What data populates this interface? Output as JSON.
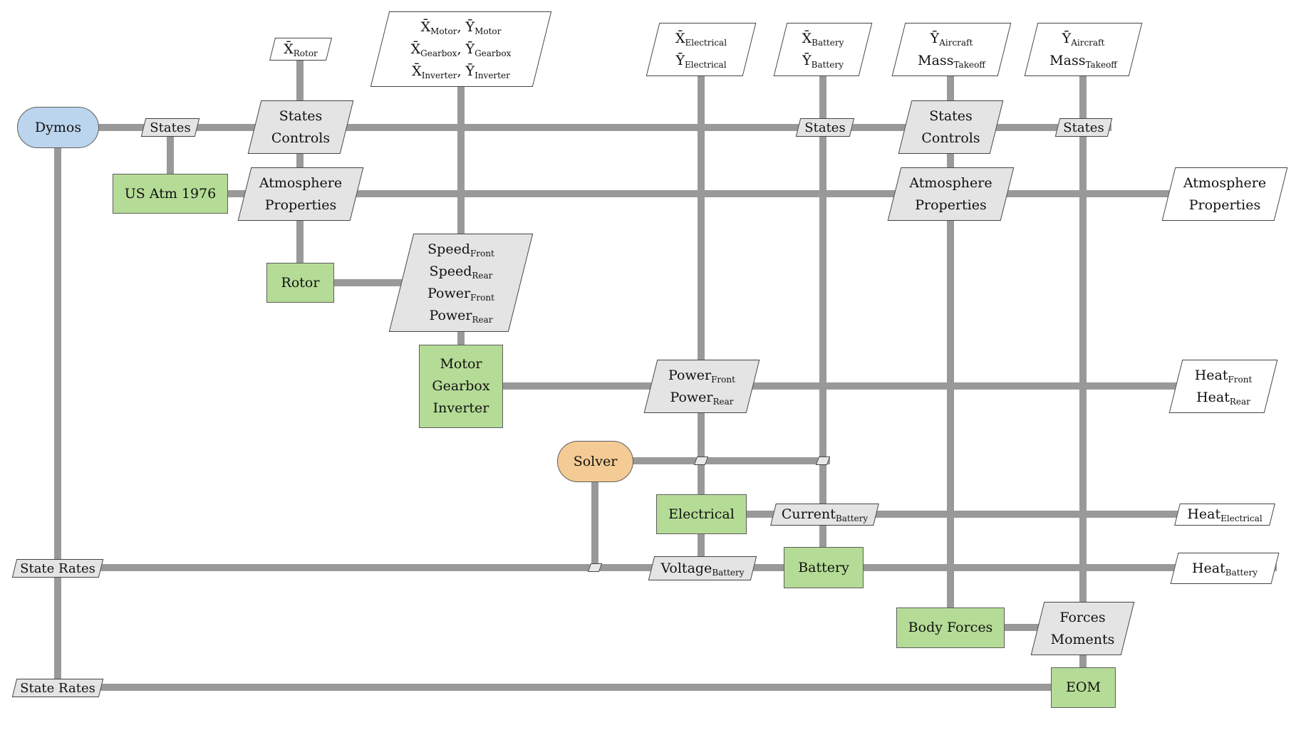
{
  "components": {
    "dymos": "Dymos",
    "us_atm": "US Atm 1976",
    "rotor": "Rotor",
    "motor_lines": [
      "Motor",
      "Gearbox",
      "Inverter"
    ],
    "solver": "Solver",
    "electrical": "Electrical",
    "battery": "Battery",
    "body_forces": "Body Forces",
    "eom": "EOM"
  },
  "labels": {
    "states": "States",
    "controls": "Controls",
    "state_rates": "State Rates",
    "atmosphere": "Atmosphere",
    "properties": "Properties",
    "speed": "Speed",
    "power": "Power",
    "heat": "Heat",
    "current": "Current",
    "voltage": "Voltage",
    "forces": "Forces",
    "moments": "Moments",
    "mass": "Mass"
  },
  "symbols": {
    "x_bar": "X̄",
    "y_bar": "Ȳ",
    "comma": ", "
  },
  "subscripts": {
    "rotor": "Rotor",
    "motor": "Motor",
    "gearbox": "Gearbox",
    "inverter": "Inverter",
    "electrical": "Electrical",
    "battery": "Battery",
    "aircraft": "Aircraft",
    "takeoff": "Takeoff",
    "front": "Front",
    "rear": "Rear"
  },
  "colors": {
    "component_fill": "#b5dc96",
    "driver_fill": "#bcd5ee",
    "solver_fill": "#f4cb94",
    "variable_fill": "#e4e4e4",
    "input_fill": "#ffffff",
    "connection": "#999999"
  }
}
